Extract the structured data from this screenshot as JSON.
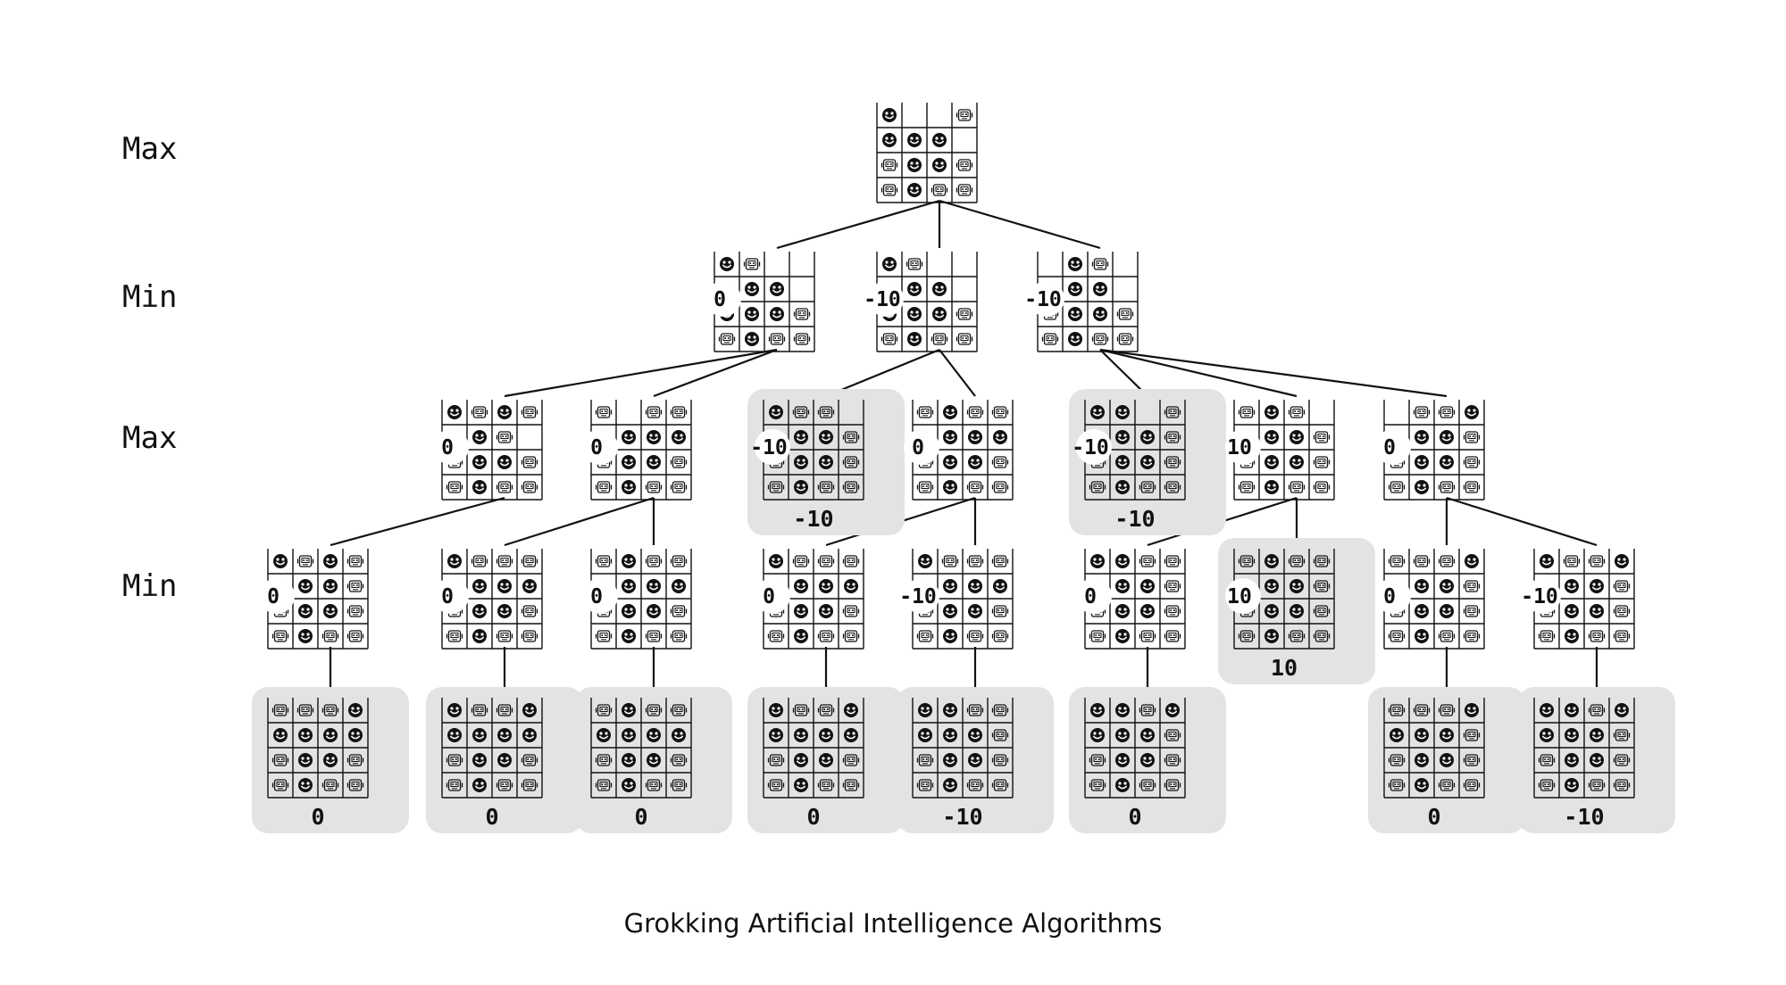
{
  "level_labels": [
    "Max",
    "Min",
    "Max",
    "Min"
  ],
  "caption": "Grokking Artificial Intelligence Algorithms",
  "board_key": {
    "H": "human-piece",
    "R": "robot-piece",
    "": "empty"
  },
  "nodes": [
    {
      "score": "",
      "board": [
        "H..R",
        "HHH.",
        "RHHR",
        "RHRR"
      ]
    },
    {
      "score": "0",
      "board": [
        "HR..",
        "HHH.",
        "HHHR",
        "RHRR"
      ]
    },
    {
      "score": "-10",
      "board": [
        "HR..",
        "HHH.",
        "HHHR",
        "RHRR"
      ]
    },
    {
      "score": "-10",
      "board": [
        ".HR.",
        "HHH.",
        "RHHR",
        "RHRR"
      ]
    },
    {
      "score": "0",
      "board": [
        "HRHR",
        "HHR.",
        "RHHR",
        "RHRR"
      ]
    },
    {
      "score": "0",
      "board": [
        "R.RR",
        "HHHH",
        "RHHR",
        "RHRR"
      ]
    },
    {
      "score": "-10",
      "board": [
        "HRR.",
        "HHHR",
        "RHHR",
        "RHRR"
      ],
      "highlight": true,
      "result": "-10"
    },
    {
      "score": "0",
      "board": [
        "RHRR",
        "HHHH",
        "RHHR",
        "RHRR"
      ]
    },
    {
      "score": "-10",
      "board": [
        "HH.R",
        "HHHR",
        "RHHR",
        "RHRR"
      ],
      "highlight": true,
      "result": "-10"
    },
    {
      "score": "10",
      "board": [
        "RHR.",
        "HHHR",
        "RHHR",
        "RHRR"
      ]
    },
    {
      "score": "0",
      "board": [
        ".RRH",
        "HHHR",
        "RHHR",
        "RHRR"
      ]
    },
    {
      "score": "0",
      "board": [
        "HRHR",
        "HHHR",
        "RHHR",
        "RHRR"
      ]
    },
    {
      "score": "0",
      "board": [
        "HRRR",
        "HHHH",
        "RHHR",
        "RHRR"
      ]
    },
    {
      "score": "0",
      "board": [
        "RHRR",
        "HHHH",
        "RHHR",
        "RHRR"
      ]
    },
    {
      "score": "0",
      "board": [
        "HRRR",
        "HHHH",
        "RHHR",
        "RHRR"
      ]
    },
    {
      "score": "-10",
      "board": [
        "HRRR",
        "HHHH",
        "RHHR",
        "RHRR"
      ]
    },
    {
      "score": "0",
      "board": [
        "HHRR",
        "HHHR",
        "RHHR",
        "RHRR"
      ]
    },
    {
      "score": "10",
      "board": [
        "RHRR",
        "HHHR",
        "RHHR",
        "RHRR"
      ],
      "highlight": true,
      "result": "10"
    },
    {
      "score": "0",
      "board": [
        "RRRH",
        "HHHR",
        "RHHR",
        "RHRR"
      ]
    },
    {
      "score": "-10",
      "board": [
        "HRRH",
        "HHHR",
        "RHHR",
        "RHRR"
      ]
    },
    {
      "score": "",
      "board": [
        "RRRH",
        "HHHH",
        "RHHR",
        "RHRR"
      ],
      "highlight": true,
      "result": "0"
    },
    {
      "score": "",
      "board": [
        "HRRH",
        "HHHH",
        "RHHR",
        "RHRR"
      ],
      "highlight": true,
      "result": "0"
    },
    {
      "score": "",
      "board": [
        "RHRR",
        "HHHH",
        "RHHR",
        "RHRR"
      ],
      "highlight": true,
      "result": "0"
    },
    {
      "score": "",
      "board": [
        "HRRH",
        "HHHH",
        "RHHR",
        "RHRR"
      ],
      "highlight": true,
      "result": "0"
    },
    {
      "score": "",
      "board": [
        "HHRR",
        "HHHR",
        "RHHR",
        "RHRR"
      ],
      "highlight": true,
      "result": "-10"
    },
    {
      "score": "",
      "board": [
        "HHRH",
        "HHHR",
        "RHHR",
        "RHRR"
      ],
      "highlight": true,
      "result": "0"
    },
    {
      "score": "",
      "board": [
        "RRRH",
        "HHHR",
        "RHHR",
        "RHRR"
      ],
      "highlight": true,
      "result": "0"
    },
    {
      "score": "",
      "board": [
        "HHRH",
        "HHHR",
        "RHHR",
        "RHRR"
      ],
      "highlight": true,
      "result": "-10"
    }
  ]
}
